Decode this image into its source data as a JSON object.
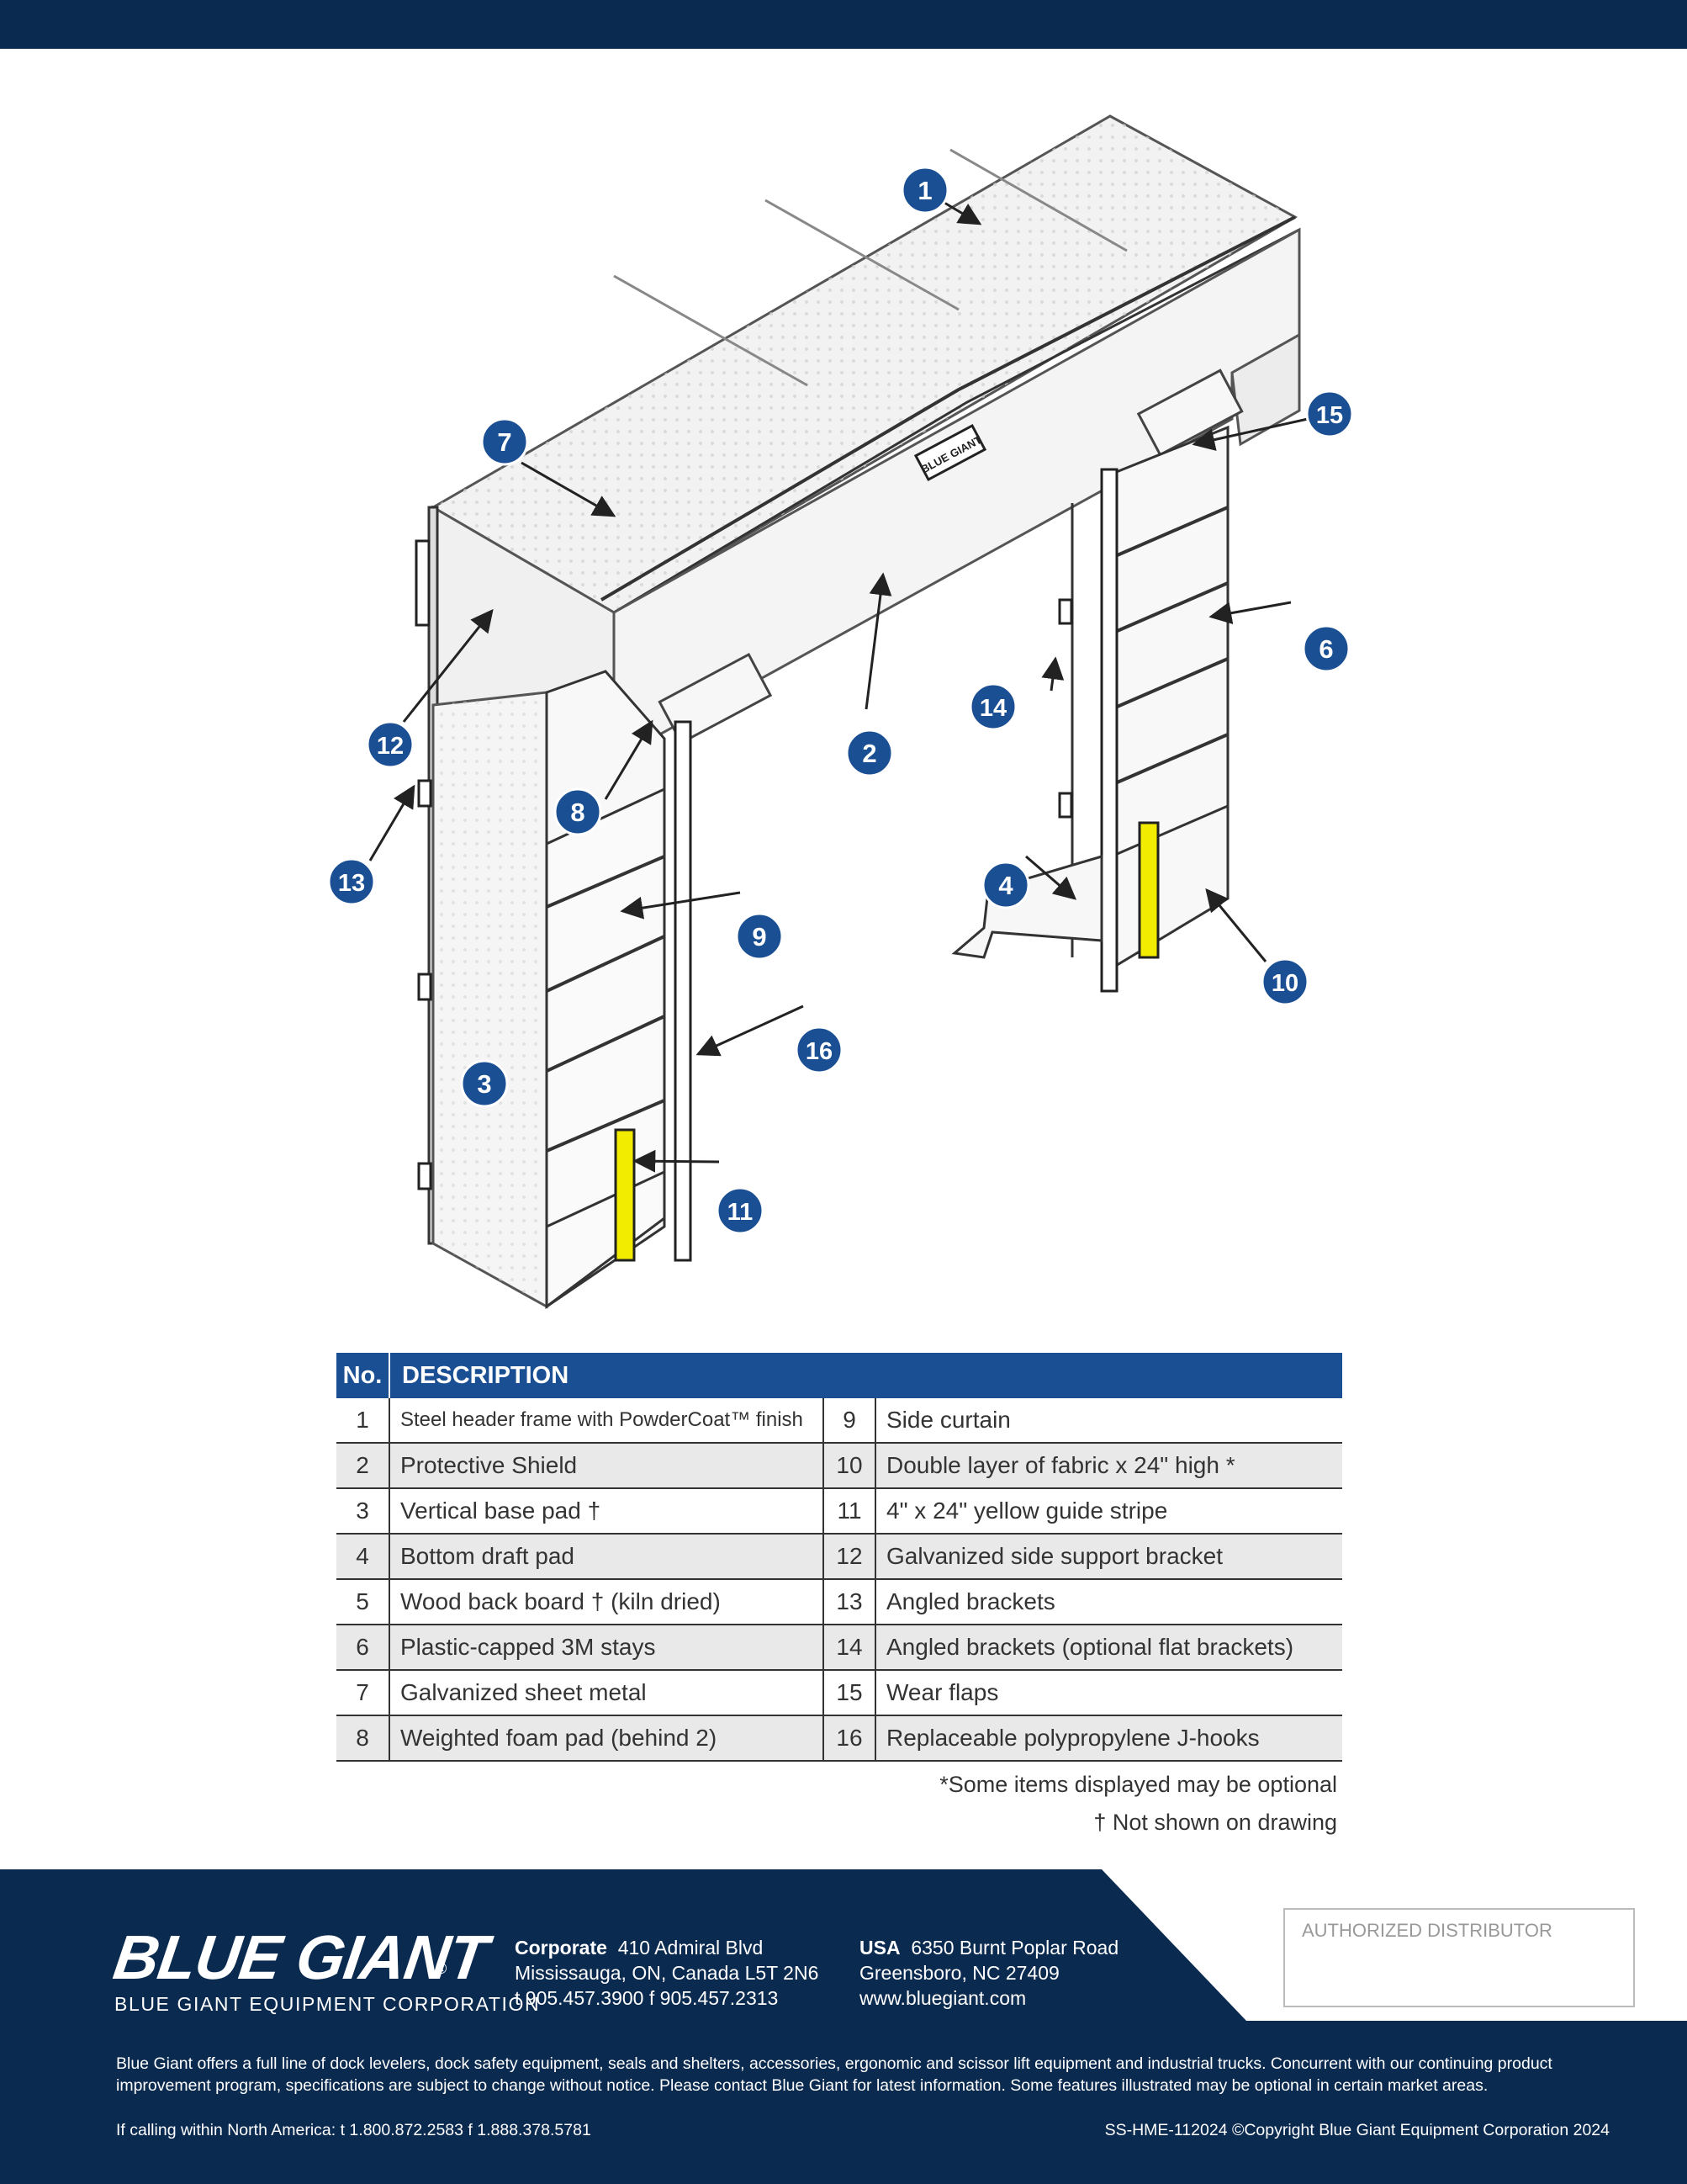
{
  "diagram": {
    "brand_plate": "BLUE GIANT",
    "callouts": [
      "1",
      "2",
      "3",
      "4",
      "6",
      "7",
      "8",
      "9",
      "10",
      "11",
      "12",
      "13",
      "14",
      "15",
      "16"
    ]
  },
  "table": {
    "headers": {
      "no": "No.",
      "description": "DESCRIPTION"
    },
    "rows": [
      {
        "n1": "1",
        "d1": "Steel header frame with PowderCoat™ finish",
        "n2": "9",
        "d2": "Side curtain"
      },
      {
        "n1": "2",
        "d1": "Protective Shield",
        "n2": "10",
        "d2": "Double layer of fabric x 24\" high *"
      },
      {
        "n1": "3",
        "d1": "Vertical base pad †",
        "n2": "11",
        "d2": "4\" x 24\" yellow guide stripe"
      },
      {
        "n1": "4",
        "d1": "Bottom draft pad",
        "n2": "12",
        "d2": "Galvanized side support bracket"
      },
      {
        "n1": "5",
        "d1": "Wood back board † (kiln dried)",
        "n2": "13",
        "d2": "Angled brackets"
      },
      {
        "n1": "6",
        "d1": "Plastic-capped 3M stays",
        "n2": "14",
        "d2": "Angled brackets (optional flat brackets)"
      },
      {
        "n1": "7",
        "d1": "Galvanized sheet metal",
        "n2": "15",
        "d2": "Wear flaps"
      },
      {
        "n1": "8",
        "d1": "Weighted foam pad (behind 2)",
        "n2": "16",
        "d2": "Replaceable polypropylene J-hooks"
      }
    ]
  },
  "notes": {
    "optional": "*Some items displayed may be optional",
    "not_shown": "† Not shown on drawing"
  },
  "footer": {
    "logo": "BLUE GIANT",
    "logo_reg": "®",
    "logo_sub": "BLUE GIANT EQUIPMENT CORPORATION",
    "corporate": {
      "label": "Corporate",
      "line1": "410 Admiral Blvd",
      "line2": "Mississauga, ON, Canada L5T 2N6",
      "line3": "t  905.457.3900  f  905.457.2313"
    },
    "usa": {
      "label": "USA",
      "line1": "6350 Burnt Poplar Road",
      "line2": "Greensboro, NC 27409",
      "line3": "www.bluegiant.com"
    },
    "distributor": "AUTHORIZED DISTRIBUTOR",
    "disclaimer": "Blue Giant offers a full line of dock levelers, dock safety equipment, seals and shelters, accessories, ergonomic and scissor lift equipment and industrial trucks. Concurrent with our continuing product improvement program, specifications are subject to change without notice. Please contact Blue Giant for latest information. Some features illustrated may be optional in certain market areas.",
    "phone": "If calling within North America: t 1.800.872.2583  f 1.888.378.5781",
    "copyright": "SS-HME-112024 ©Copyright Blue Giant Equipment Corporation 2024"
  },
  "colors": {
    "navy": "#0b2a50",
    "table_header": "#1a4f94",
    "callout": "#1a4f94",
    "guide_stripe": "#f2ec00"
  }
}
